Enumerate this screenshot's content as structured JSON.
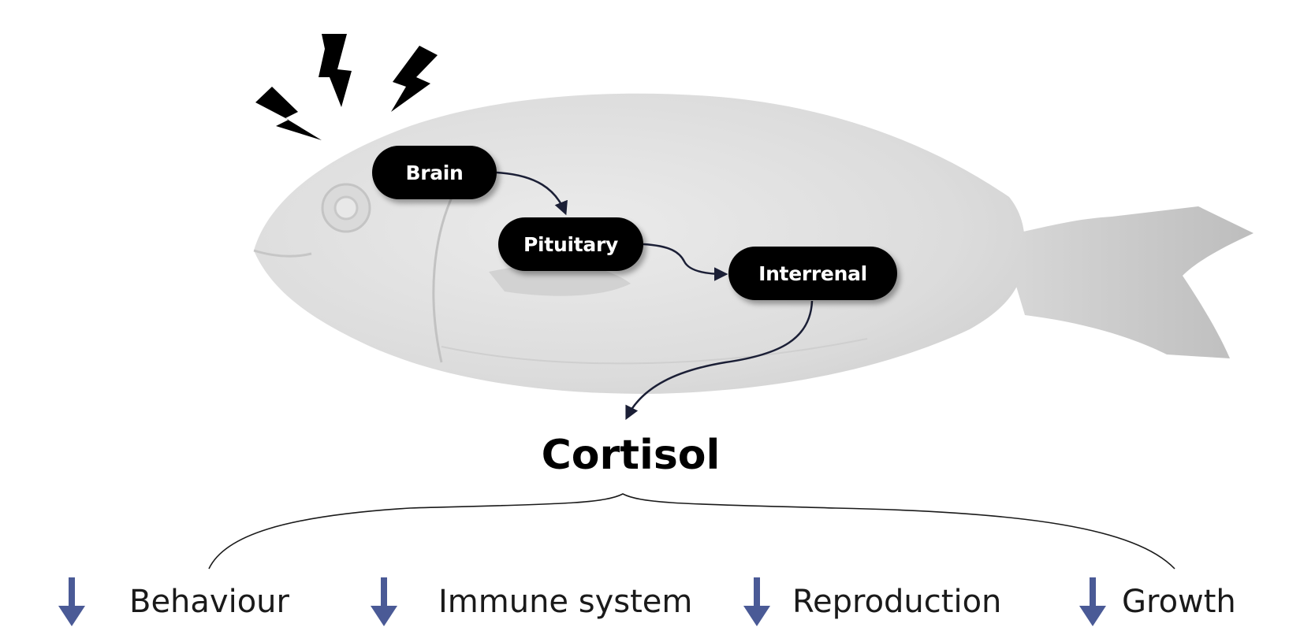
{
  "nodes": {
    "brain": "Brain",
    "pituitary": "Pituitary",
    "interrenal": "Interrenal"
  },
  "hormone": "Cortisol",
  "effects": [
    {
      "label": "Behaviour",
      "direction": "down"
    },
    {
      "label": "Immune system",
      "direction": "down"
    },
    {
      "label": "Reproduction",
      "direction": "down"
    },
    {
      "label": "Growth",
      "direction": "down"
    }
  ],
  "colors": {
    "node_fill": "#000000",
    "node_text": "#ffffff",
    "connector": "#1b1f36",
    "effect_arrow": "#4a5a96",
    "fish_body": "#e3e3e3"
  },
  "icons": [
    "lightning-bolt-icon",
    "down-arrow-icon"
  ]
}
